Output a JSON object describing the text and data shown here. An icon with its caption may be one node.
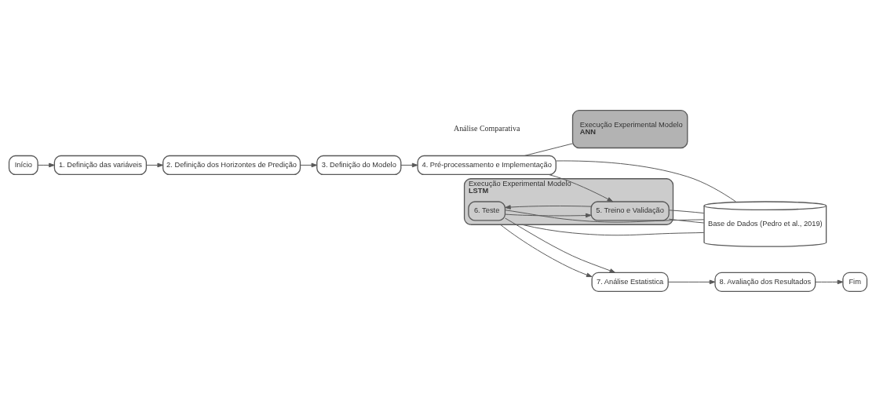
{
  "diagram": {
    "nodes": [
      {
        "text": [
          "Início"
        ]
      },
      {
        "text": [
          "1. Definição das variáveis"
        ]
      },
      {
        "text": [
          "2. Definição dos Horizontes de Predição"
        ]
      },
      {
        "text": [
          "3. Definição do Modelo"
        ]
      },
      {
        "text": [
          "Execução Experimental Modelo",
          "ANN"
        ]
      },
      {
        "text": [
          "Execução Experimental Modelo",
          "LSTM"
        ]
      },
      {
        "text": [
          "6. Teste"
        ],
        "in": 5
      },
      {
        "text": [
          "5. Treino e Validação"
        ],
        "in": 5
      },
      {
        "text": [
          "4. Pré-processamento e Implementação"
        ]
      },
      {
        "text": [
          "Base de Dados (Pedro et al., 2019)"
        ]
      },
      {
        "text": [
          "7. Análise Estatistica"
        ]
      },
      {
        "text": [
          "8. Avaliação dos Resultados"
        ]
      },
      {
        "text": [
          "Fim"
        ]
      }
    ],
    "edges": [
      {
        "from": 0,
        "to": 1,
        "arrow": "to"
      },
      {
        "from": 1,
        "to": 2,
        "arrow": "to"
      },
      {
        "from": 2,
        "to": 3,
        "arrow": "to"
      },
      {
        "from": 3,
        "to": 8,
        "arrow": "to"
      },
      {
        "from": 8,
        "to": 4,
        "arrow": "none"
      },
      {
        "from": 8,
        "to": 7,
        "arrow": "to"
      },
      {
        "from": 7,
        "to": 6,
        "arrow": "to"
      },
      {
        "from": 6,
        "to": 7,
        "arrow": "to"
      },
      {
        "from": 5,
        "to": 10,
        "arrow": "to"
      },
      {
        "from": 6,
        "to": 10,
        "arrow": "to"
      },
      {
        "from": 5,
        "to": 9,
        "arrow": "none"
      },
      {
        "from": 6,
        "to": 9,
        "arrow": "none"
      },
      {
        "from": 7,
        "to": 9,
        "arrow": "none"
      },
      {
        "from": 7,
        "to": 9,
        "arrow": "none"
      },
      {
        "from": 9,
        "to": 8,
        "arrow": "none"
      },
      {
        "from": 10,
        "to": 11,
        "arrow": "to"
      },
      {
        "from": 11,
        "to": 12,
        "arrow": "to"
      }
    ],
    "labels": [
      "Análise Comparativa"
    ]
  }
}
